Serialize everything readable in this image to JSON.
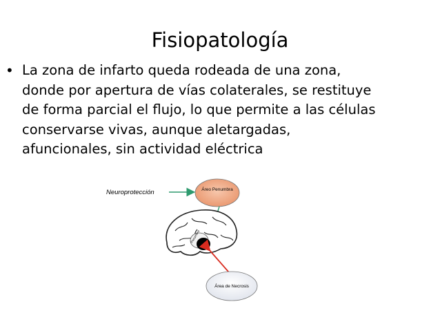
{
  "slide": {
    "title": "Fisiopatología",
    "bullet_symbol": "•",
    "bullet_lines": [
      "La zona de infarto queda rodeada de una zona,",
      "donde por apertura de vías colaterales, se restituye",
      "de forma parcial el flujo, lo que permite a las células",
      "conservarse vivas, aunque aletargadas,",
      "afuncionales, sin actividad eléctrica"
    ]
  },
  "figure": {
    "neuroprotection_label": "Neuroprotección",
    "penumbra_label": "Áreo Penumbra",
    "necrosis_label": "Área de Necrosis",
    "brain_side_label": "Penumbra",
    "colors": {
      "green_arrow": "#2e9a6e",
      "red_arrow": "#d92b1f",
      "penumbra_fill": "#f0b08e",
      "necrosis_fill": "#eef0f5",
      "brain_outline": "#222222",
      "core_fill": "#000000"
    }
  }
}
